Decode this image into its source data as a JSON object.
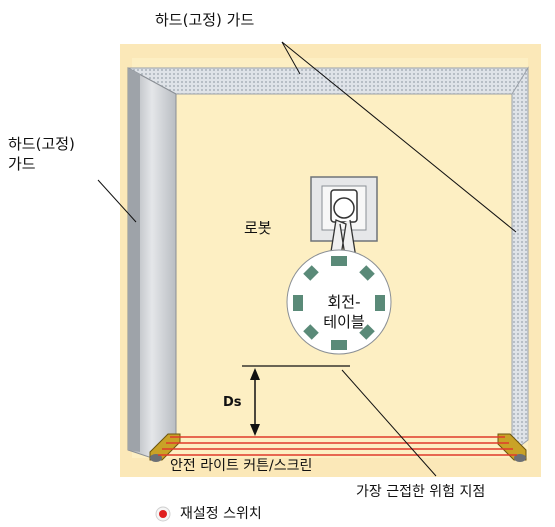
{
  "labels": {
    "hard_guard_top": "하드(고정) 가드",
    "hard_guard_left": "하드(고정)\n가드",
    "robot": "로봇",
    "turntable": "회전-\n테이블",
    "ds": "Ds",
    "light_curtain": "안전 라이트 커튼/스크린",
    "nearest_hazard": "가장 근접한 위험 지점",
    "reset_switch": "재설정 스위치"
  },
  "colors": {
    "floor": "#fdefc3",
    "outer_pad": "#fbe8b8",
    "beam": "#e03a2a",
    "turntable_pads": "#5a8a78",
    "reset_dot": "#e02020",
    "guard_mesh": "#cfd3d8"
  }
}
